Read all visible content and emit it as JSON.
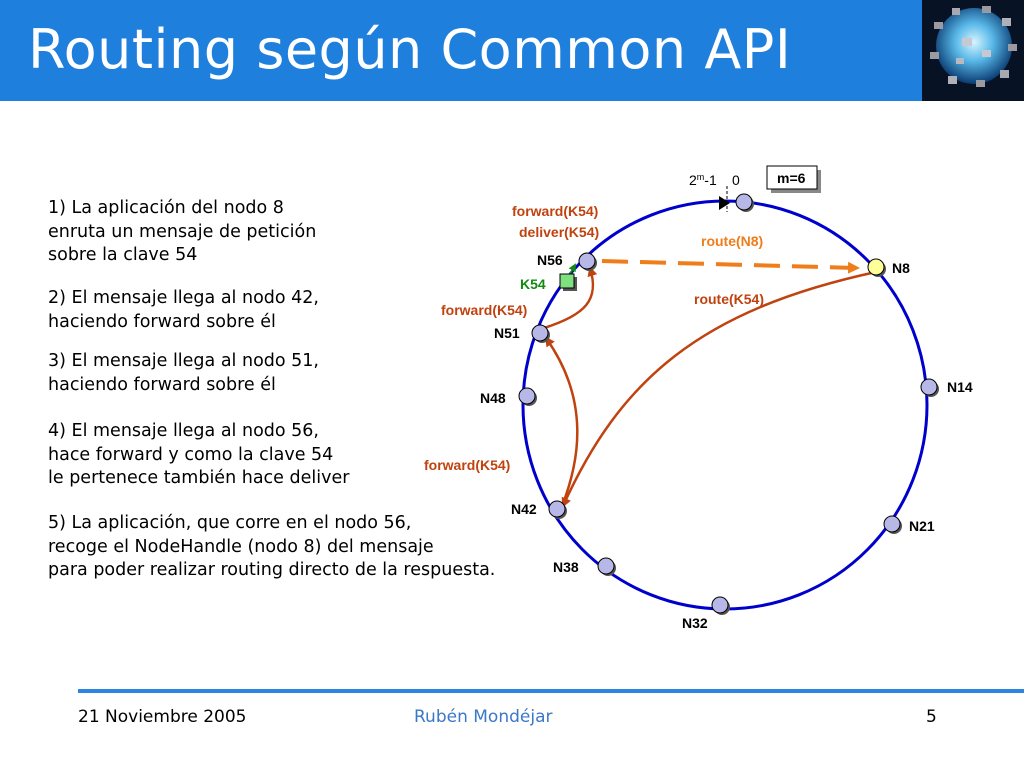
{
  "slide": {
    "title": "Routing según Common API",
    "steps": [
      [
        "1) La aplicación del nodo 8",
        "enruta un mensaje de petición",
        "sobre la clave 54"
      ],
      [
        "2) El mensaje llega al nodo 42,",
        "haciendo forward sobre él"
      ],
      [
        "3) El mensaje llega al nodo 51,",
        "haciendo forward sobre él"
      ],
      [
        "4) El mensaje llega al nodo 56,",
        "hace forward y como la clave 54",
        "le pertenece también hace deliver"
      ],
      [
        "5) La aplicación, que corre en el nodo 56,",
        "recoge el NodeHandle (nodo 8) del mensaje",
        "para poder realizar routing directo de la respuesta."
      ]
    ]
  },
  "diagram": {
    "ring_top_label_base": "2",
    "ring_top_label_exp": "m",
    "ring_top_label_suffix": "-1",
    "ring_zero_label": "0",
    "m_badge": "m=6",
    "nodes": {
      "n8": "N8",
      "n14": "N14",
      "n21": "N21",
      "n32": "N32",
      "n38": "N38",
      "n42": "N42",
      "n48": "N48",
      "n51": "N51",
      "n56": "N56"
    },
    "key_label": "K54",
    "arrow_labels": {
      "forward_k54_top": "forward(K54)",
      "deliver_k54": "deliver(K54)",
      "forward_k54_n51": "forward(K54)",
      "forward_k54_n42": "forward(K54)",
      "route_n8": "route(N8)",
      "route_k54": "route(K54)"
    },
    "colors": {
      "ring": "#0000cc",
      "node_fill": "#b8b8e8",
      "origin_node_fill": "#ffff99",
      "forward_arrow": "#c0420e",
      "route_direct_arrow": "#ef7d1a",
      "key_fill": "#7fe07f"
    }
  },
  "footer": {
    "date": "21 Noviembre 2005",
    "author": "Rubén Mondéjar",
    "page": "5"
  }
}
